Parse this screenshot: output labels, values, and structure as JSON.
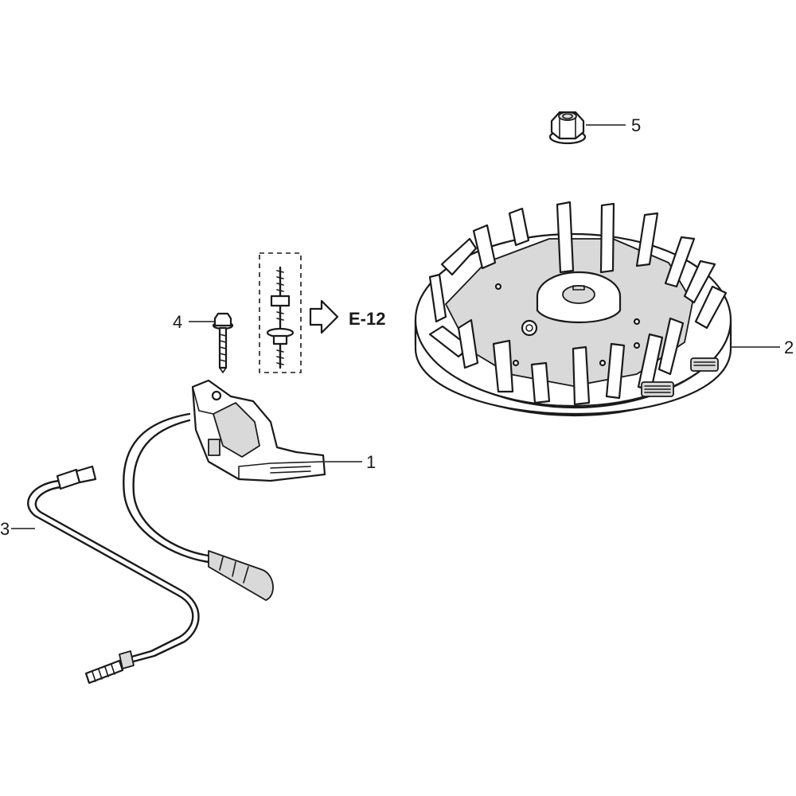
{
  "diagram": {
    "callouts": [
      {
        "id": "1",
        "label": "1"
      },
      {
        "id": "2",
        "label": "2"
      },
      {
        "id": "3",
        "label": "3"
      },
      {
        "id": "4",
        "label": "4"
      },
      {
        "id": "5",
        "label": "5"
      }
    ],
    "reference": "E-12"
  }
}
